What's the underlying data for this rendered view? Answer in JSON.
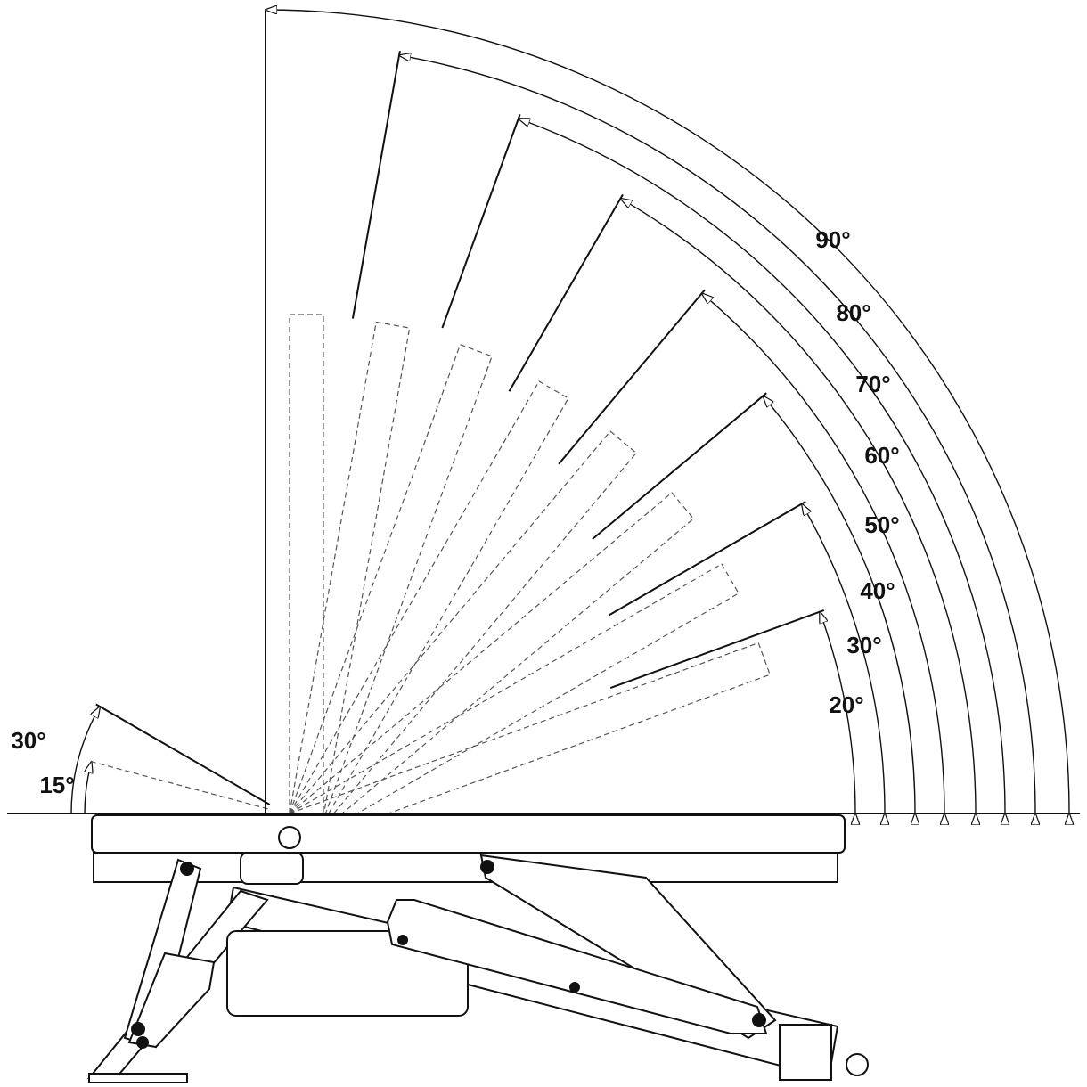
{
  "diagram": {
    "backrest_angles": [
      {
        "value": 20,
        "label": "20°"
      },
      {
        "value": 30,
        "label": "30°"
      },
      {
        "value": 40,
        "label": "40°"
      },
      {
        "value": 50,
        "label": "50°"
      },
      {
        "value": 60,
        "label": "60°"
      },
      {
        "value": 70,
        "label": "70°"
      },
      {
        "value": 80,
        "label": "80°"
      },
      {
        "value": 90,
        "label": "90°"
      }
    ],
    "seat_angles": [
      {
        "value": 30,
        "label": "30°"
      },
      {
        "value": 15,
        "label": "15°"
      }
    ]
  }
}
